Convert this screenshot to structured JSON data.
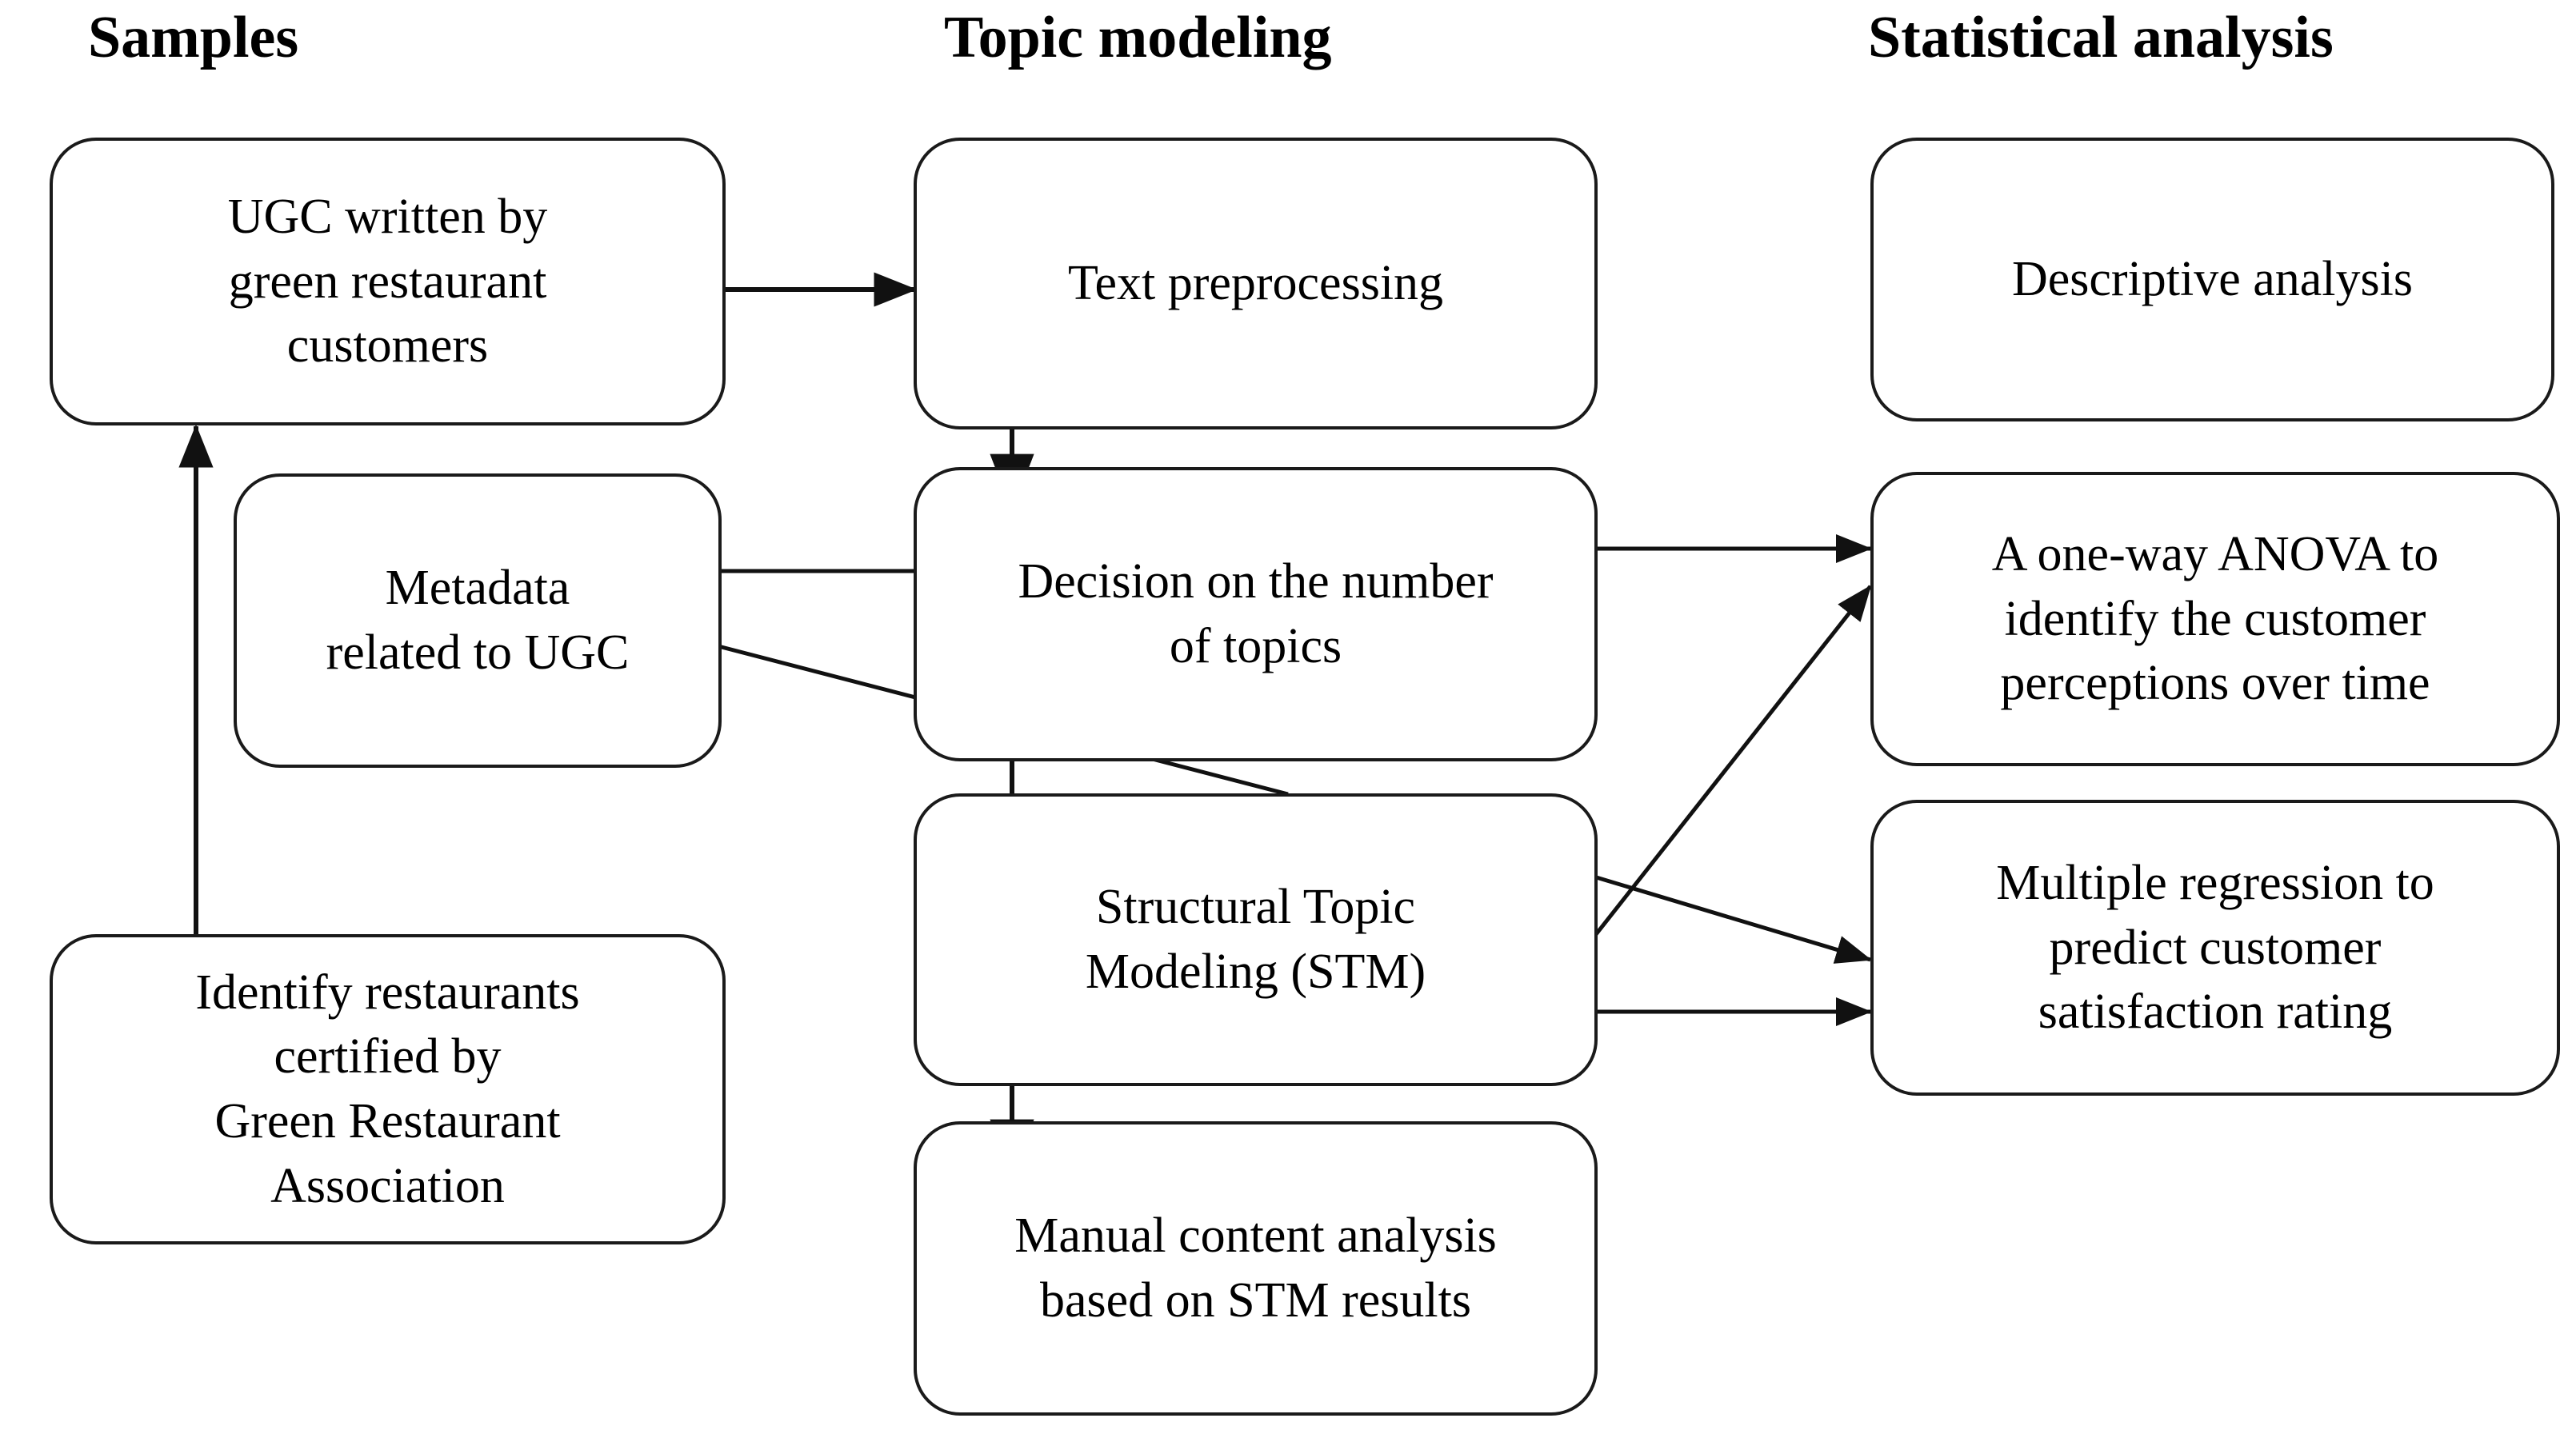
{
  "figure": {
    "type": "research-methodology-flowchart",
    "background_color": "#ffffff",
    "line_color": "#1a1a1a"
  },
  "columns": [
    {
      "id": "samples",
      "title": "Samples"
    },
    {
      "id": "topic_modeling",
      "title": "Topic modeling"
    },
    {
      "id": "statistical_analysis",
      "title": "Statistical analysis"
    }
  ],
  "nodes": {
    "ugc": "UGC written by\ngreen restaurant\ncustomers",
    "metadata": "Metadata\nrelated to UGC",
    "identify": "Identify restaurants\ncertified by\nGreen Restaurant\nAssociation",
    "text_preprocessing": "Text preprocessing",
    "decision_topics": "Decision on the number\nof topics",
    "stm": "Structural Topic\nModeling (STM)",
    "manual_content": "Manual content analysis\nbased on STM results",
    "descriptive": "Descriptive  analysis",
    "anova": "A one-way ANOVA to\nidentify the customer\nperceptions over time",
    "regression": "Multiple regression to\npredict customer\nsatisfaction rating"
  },
  "edges": [
    {
      "id": "identify-to-ugc",
      "from": "identify",
      "to": "ugc",
      "style": "arrow"
    },
    {
      "id": "ugc-to-text-preprocessing",
      "from": "ugc",
      "to": "text_preprocessing",
      "style": "arrow"
    },
    {
      "id": "text-preprocessing-to-decision",
      "from": "text_preprocessing",
      "to": "decision_topics",
      "style": "arrow"
    },
    {
      "id": "metadata-to-decision",
      "from": "metadata",
      "to": "decision_topics",
      "style": "line"
    },
    {
      "id": "metadata-to-stm",
      "from": "metadata",
      "to": "stm",
      "style": "line"
    },
    {
      "id": "decision-to-stm",
      "from": "decision_topics",
      "to": "stm",
      "style": "arrow"
    },
    {
      "id": "stm-to-manual-content",
      "from": "stm",
      "to": "manual_content",
      "style": "arrow"
    },
    {
      "id": "decision-to-anova",
      "from": "decision_topics",
      "to": "anova",
      "style": "arrow"
    },
    {
      "id": "stm-to-anova",
      "from": "stm",
      "to": "anova",
      "style": "arrow"
    },
    {
      "id": "stm-to-regression-diagonal",
      "from": "stm",
      "to": "regression",
      "style": "arrow"
    },
    {
      "id": "stm-to-regression",
      "from": "stm",
      "to": "regression",
      "style": "arrow"
    }
  ]
}
